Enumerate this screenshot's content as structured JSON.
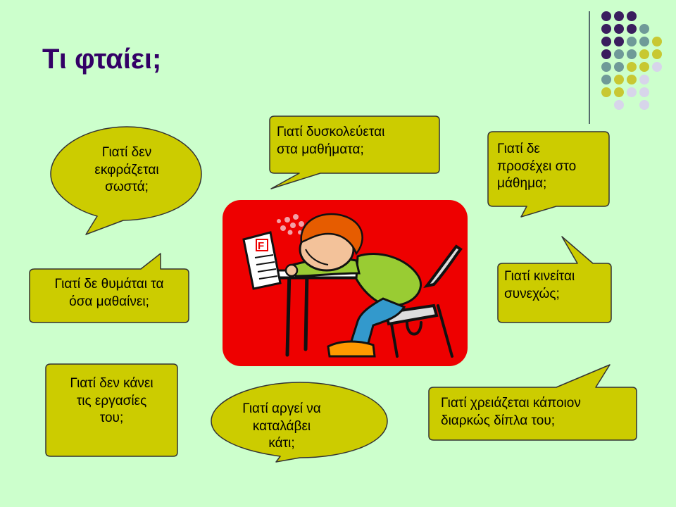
{
  "slide": {
    "title": "Τι φταίει;",
    "accent_colors": {
      "background": "#ccffcc",
      "title": "#330066",
      "bubble_fill": "#cccc00",
      "dot_purple": "#3a1e5e",
      "dot_teal": "#6f9a98",
      "dot_olive": "#c8c832",
      "dot_lavender": "#d7d5ea"
    }
  },
  "bubbles": {
    "express": "Γιατί δεν\nεκφράζεται\nσωστά;",
    "difficulty": "Γιατί δυσκολεύεται\nστα μαθήματα;",
    "attention": "Γιατί δε\nπροσέχει στο\nμάθημα;",
    "remember": "Γιατί δε θυμάται τα\nόσα μαθαίνει;",
    "moves": "Γιατί κινείται\nσυνεχώς;",
    "homework": "Γιατί δεν κάνει\nτις εργασίες\nτου;",
    "slow": "Γιατί αργεί να\nκαταλάβει\nκάτι;",
    "help": "Γιατί χρειάζεται κάποιον\nδιαρκώς δίπλα του;"
  },
  "illustration": {
    "grade_letter": "F",
    "icon": "sleeping-student-illustration"
  }
}
